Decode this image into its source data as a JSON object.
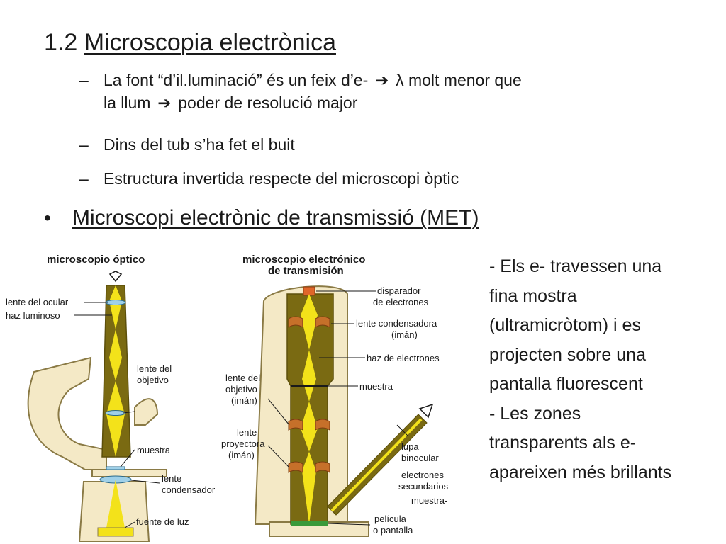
{
  "heading": {
    "number": "1.2",
    "title": "Microscopia electrònica"
  },
  "subpoints": [
    {
      "dash": "–",
      "line1_a": "La font “d’il.luminació” és un feix d’e-",
      "arrow1": "➔",
      "line1_b": "λ molt menor que",
      "line2_a": "la llum",
      "arrow2": "➔",
      "line2_b": "poder de resolució major"
    },
    {
      "dash": "–",
      "text": "Dins del tub s’ha fet el buit"
    },
    {
      "dash": "–",
      "text": "Estructura invertida respecte del microscopi òptic"
    }
  ],
  "bullet": {
    "symbol": "•",
    "text": "Microscopi electrònic de transmissió (MET)"
  },
  "side_note": {
    "lines": [
      "- Els e- travessen una",
      "fina mostra",
      "(ultramicròtom) i es",
      "projecten sobre una",
      "pantalla fluorescent",
      "- Les zones",
      "transparents als e-",
      "apareixen més brillants"
    ]
  },
  "figure": {
    "optical": {
      "title": "microscopio óptico",
      "labels": {
        "ocular": "lente del ocular",
        "haz": "haz luminoso",
        "objetivo_1": "lente del",
        "objetivo_2": "objetivo",
        "muestra": "muestra",
        "condensador_1": "lente",
        "condensador_2": "condensador",
        "fuente": "fuente de luz"
      }
    },
    "electron": {
      "title_1": "microscopio electrónico",
      "title_2": "de transmisión",
      "labels": {
        "disparador_1": "disparador",
        "disparador_2": "de electrones",
        "condensadora_1": "lente condensadora",
        "condensadora_2": "(imán)",
        "haz": "haz de electrones",
        "muestra": "muestra",
        "objetivo_1": "lente del",
        "objetivo_2": "objetivo",
        "objetivo_3": "(imán)",
        "proyectora_1": "lente",
        "proyectora_2": "proyectora",
        "proyectora_3": "(imán)",
        "lupa_1": "lupa",
        "lupa_2": "binocular",
        "secundarios_1": "electrones",
        "secundarios_2": "secundarios",
        "muestra2": "muestra-",
        "pelicula_1": "película",
        "pelicula_2": "o pantalla"
      }
    }
  },
  "colors": {
    "body_tan": "#f4e9c6",
    "body_outline": "#8a7a45",
    "tube_brown": "#7a6a12",
    "beam_yellow": "#f3e21a",
    "magnet": "#c6702a",
    "emitter": "#e0662a",
    "screen_green": "#3a9a3a"
  }
}
